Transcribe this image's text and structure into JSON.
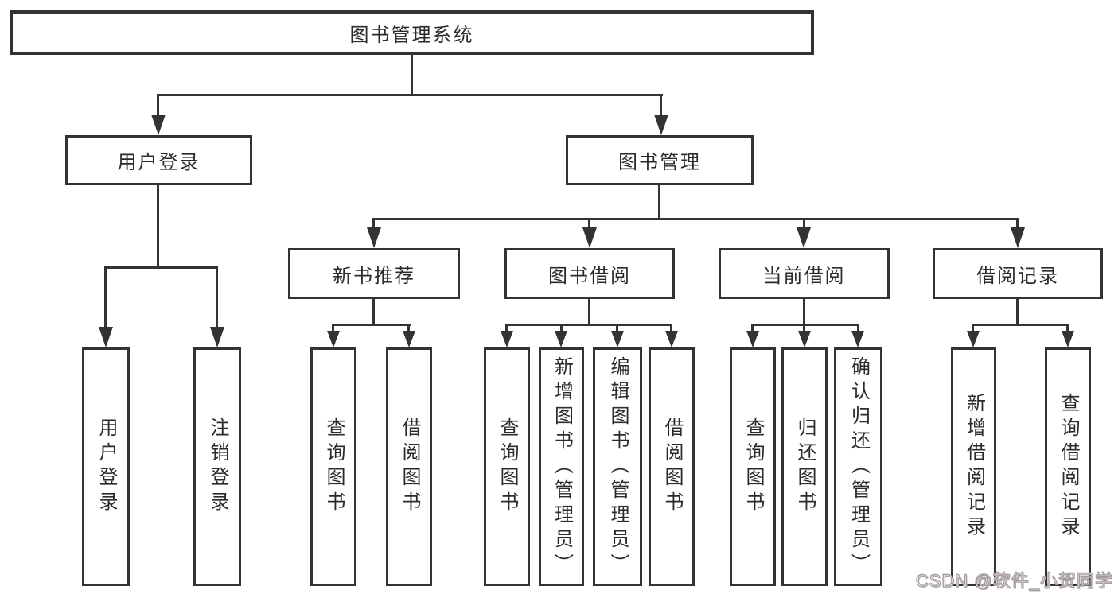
{
  "tree": {
    "label": "图书管理系统",
    "children": [
      {
        "label": "用户登录",
        "children": [
          {
            "label": "用户登录"
          },
          {
            "label": "注销登录"
          }
        ]
      },
      {
        "label": "图书管理",
        "children": [
          {
            "label": "新书推荐",
            "children": [
              {
                "label": "查询图书"
              },
              {
                "label": "借阅图书"
              }
            ]
          },
          {
            "label": "图书借阅",
            "children": [
              {
                "label": "查询图书"
              },
              {
                "label": "新增图书（管理员）"
              },
              {
                "label": "编辑图书（管理员）"
              },
              {
                "label": "借阅图书"
              }
            ]
          },
          {
            "label": "当前借阅",
            "children": [
              {
                "label": "查询图书"
              },
              {
                "label": "归还图书"
              },
              {
                "label": "确认归还（管理员）"
              }
            ]
          },
          {
            "label": "借阅记录",
            "children": [
              {
                "label": "新增借阅记录"
              },
              {
                "label": "查询借阅记录"
              }
            ]
          }
        ]
      }
    ]
  },
  "watermark": {
    "text": "CSDN @软件_小贺同学"
  },
  "colors": {
    "line": "#333333",
    "text": "#2b2b2b",
    "background": "#ffffff"
  }
}
